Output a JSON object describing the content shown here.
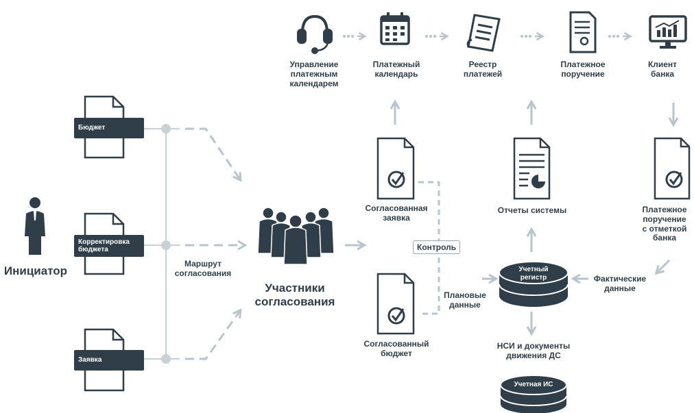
{
  "colors": {
    "dark": "#2f3e49",
    "arrow": "#b8c4cc",
    "line": "#c9d1d6"
  },
  "initiator": {
    "label": "Инициатор",
    "icon": "person-icon"
  },
  "documents": {
    "budget": "Бюджет",
    "budget_correction": "Корректировка\nбюджета",
    "request": "Заявка"
  },
  "route_label": "Маршрут\nсогласования",
  "participants": {
    "label": "Участники\nсогласования",
    "icon": "group-icon"
  },
  "approved_request": "Согласованная\nзаявка",
  "approved_budget": "Согласованный\nбюджет",
  "control": "Контроль",
  "planned_data": "Плановые\nданные",
  "top_row": [
    {
      "label": "Управление\nплатежным\nкалендарем",
      "icon": "headset-icon"
    },
    {
      "label": "Платежный\nкалендарь",
      "icon": "calendar-icon"
    },
    {
      "label": "Реестр\nплатежей",
      "icon": "registry-list-icon"
    },
    {
      "label": "Платежное\nпоручение",
      "icon": "certificate-document-icon"
    },
    {
      "label": "Клиент\nбанка",
      "icon": "monitor-chart-icon"
    }
  ],
  "system_reports": "Отчеты системы",
  "accounting_register": "Учетный\nрегистр",
  "payment_order_marked": "Платежное\nпоручение\nс отметкой\nбанка",
  "actual_data": "Фактические\nданные",
  "nsi_documents": "НСИ и документы\nдвижения ДС",
  "accounting_is": "Учетная ИС"
}
